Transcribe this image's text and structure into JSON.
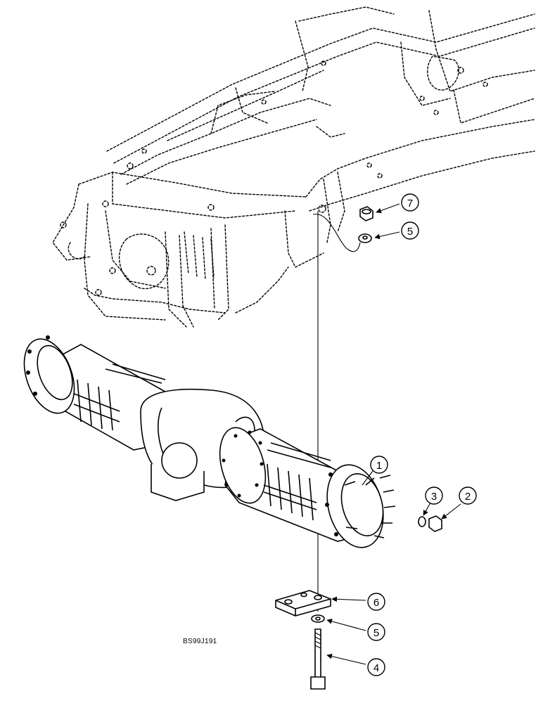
{
  "callouts": {
    "c1": "1",
    "c2": "2",
    "c3": "3",
    "c4": "4",
    "c5_top": "5",
    "c5_bottom": "5",
    "c6": "6",
    "c7": "7"
  },
  "figure_code": "BS99J191"
}
